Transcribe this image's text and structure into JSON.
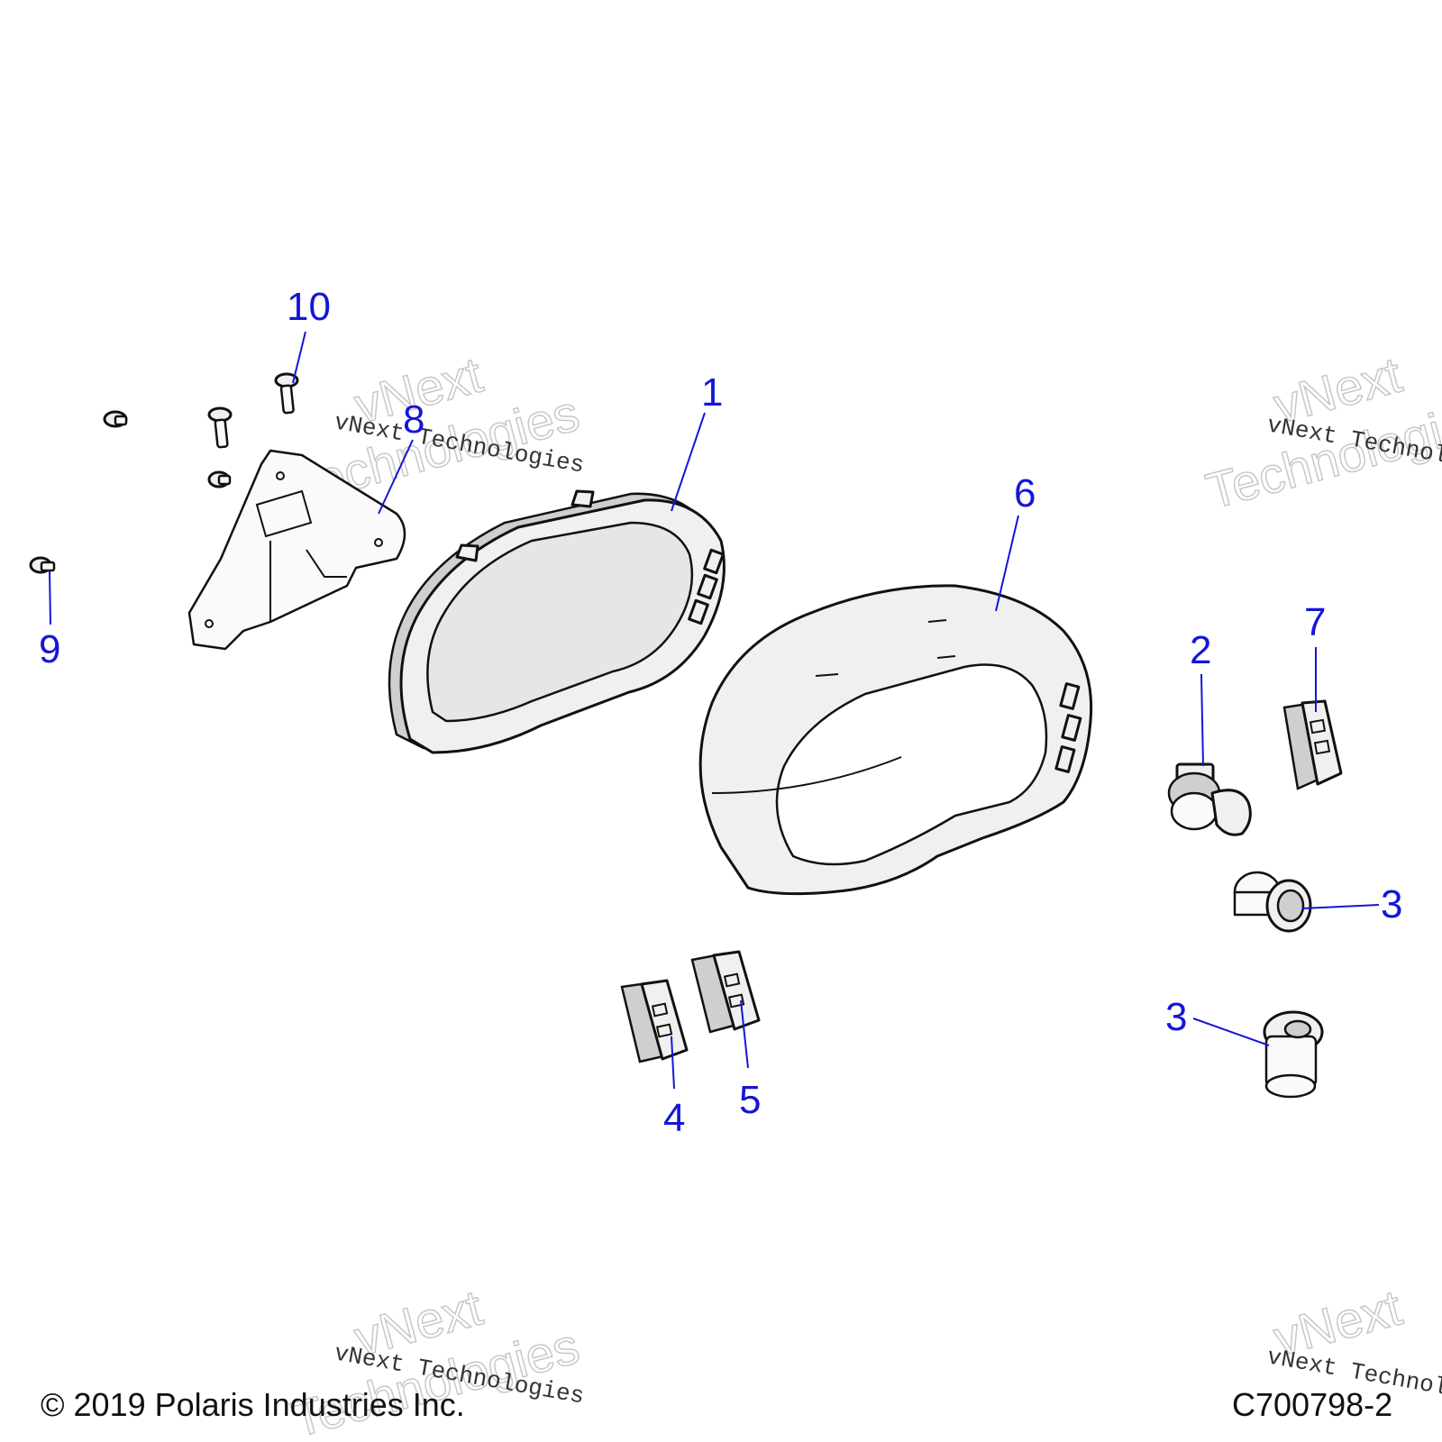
{
  "callouts": [
    {
      "label": "10"
    },
    {
      "label": "1"
    },
    {
      "label": "8"
    },
    {
      "label": "6"
    },
    {
      "label": "9"
    },
    {
      "label": "7"
    },
    {
      "label": "2"
    },
    {
      "label": "3"
    },
    {
      "label": "3"
    },
    {
      "label": "5"
    },
    {
      "label": "4"
    }
  ],
  "watermark": {
    "line": "vNext Technologies",
    "word1": "vNext",
    "word2": "Technologies"
  },
  "footer": {
    "copyright": "© 2019 Polaris Industries Inc.",
    "figure_code": "C700798-2"
  },
  "colors": {
    "callout": "#1515d8",
    "line_art": "#111111"
  }
}
